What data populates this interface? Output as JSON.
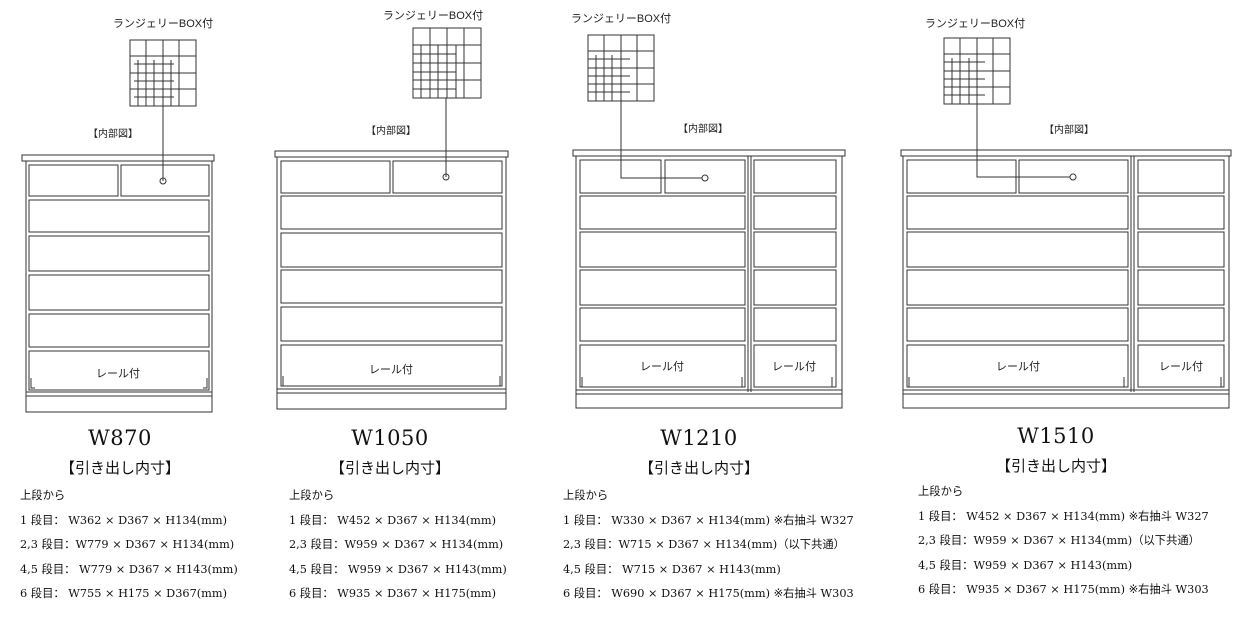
{
  "labels": {
    "lingerie_box": "ランジェリーBOX付",
    "interior": "【内部図】",
    "rail": "レール付",
    "section_heading": "【引き出し内寸】",
    "from_top": "上段から"
  },
  "units": [
    {
      "model": "W870",
      "specs": [
        "1 段目： W362 × D367 × H134(mm)",
        "2,3 段目：W779 × D367 × H134(mm)",
        "4,5 段目： W779 × D367 × H143(mm)",
        "6 段目： W755 × H175 × D367(mm)"
      ]
    },
    {
      "model": "W1050",
      "specs": [
        "1 段目： W452 × D367 × H134(mm)",
        "2,3 段目：W959 × D367 × H134(mm)",
        "4,5 段目： W959 × D367 × H143(mm)",
        "6 段目： W935 × D367 × H175(mm)"
      ]
    },
    {
      "model": "W1210",
      "specs": [
        "1 段目： W330 × D367 × H134(mm) ※右抽斗 W327",
        "2,3 段目：W715 × D367 × H134(mm)（以下共通）",
        "4,5 段目： W715 × D367 × H143(mm)",
        "6 段目： W690 × D367 × H175(mm) ※右抽斗 W303"
      ]
    },
    {
      "model": "W1510",
      "specs": [
        "1 段目： W452 × D367 × H134(mm) ※右抽斗 W327",
        "2,3 段目：W959 × D367 × H134(mm)（以下共通）",
        "4,5 段目：W959 × D367 × H143(mm)",
        "6 段目： W935 × D367 × H175(mm) ※右抽斗 W303"
      ]
    }
  ]
}
